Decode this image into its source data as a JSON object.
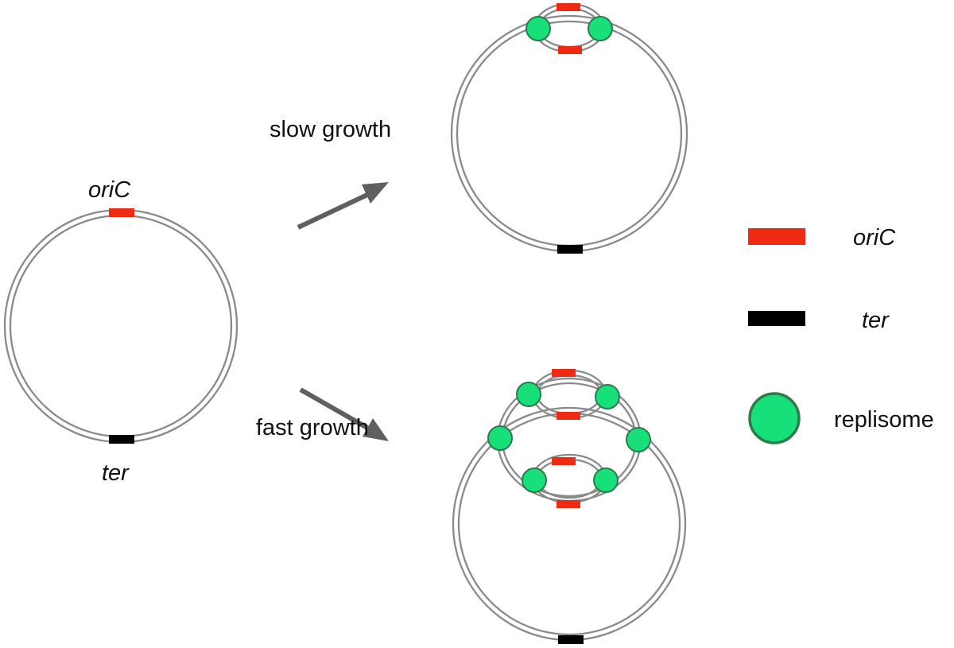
{
  "labels": {
    "oric_parent": "oriC",
    "ter_parent": "ter",
    "slow_growth": "slow growth",
    "fast_growth": "fast growth"
  },
  "legend": {
    "oric": "oriC",
    "ter": "ter",
    "replisome": "replisome"
  },
  "colors": {
    "dna_strand": "#8a8a8a",
    "oric": "#ee2a12",
    "ter": "#000000",
    "replisome_fill": "#17e07a",
    "replisome_stroke": "#2f7a4c",
    "arrow": "#5f5f5f",
    "text": "#111111"
  }
}
